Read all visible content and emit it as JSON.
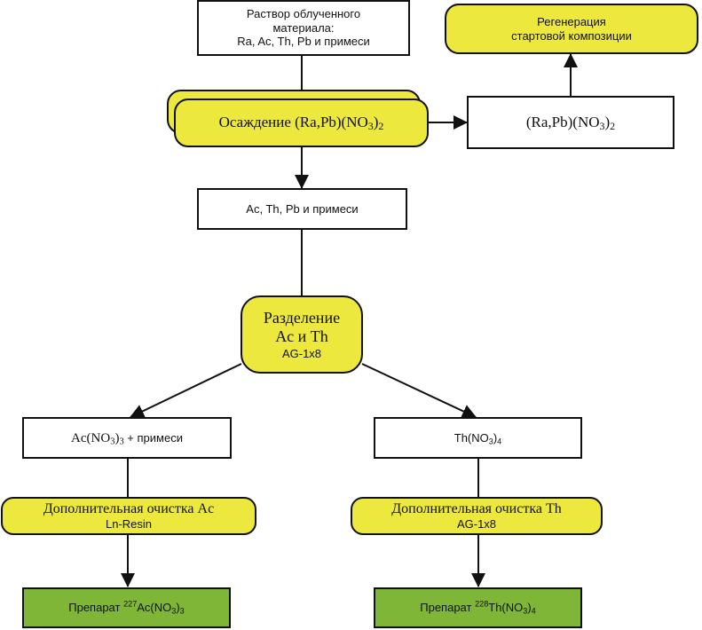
{
  "diagram": {
    "nodes": {
      "source": {
        "lines": [
          "Раствор облученного",
          "материала:",
          "Ra, Ac, Th, Pb и примеси"
        ]
      },
      "precipitation": {
        "label": "Осаждение (Ra,Pb)(NO",
        "sub1": "3",
        "close": ")",
        "sub2": "2"
      },
      "ra_pb_nitrate": {
        "label": "(Ra,Pb)(NO",
        "sub1": "3",
        "close": ")",
        "sub2": "2"
      },
      "regeneration": {
        "lines": [
          "Регенерация",
          "стартовой композиции"
        ]
      },
      "ac_th_pb": {
        "label": "Ac, Th, Pb и примеси"
      },
      "separation": {
        "line1": "Разделение",
        "line2": "Ac и Th",
        "line3": "AG-1x8"
      },
      "ac_nitrate": {
        "pre": "Ac(NO",
        "sub1": "3",
        "close": ")",
        "sub2": "3",
        "post": " + примеси"
      },
      "th_nitrate": {
        "pre": "Th(NO",
        "sub1": "3",
        "close": ")",
        "sub2": "4"
      },
      "purify_ac": {
        "line1": "Дополнительная очистка Ac",
        "line2": "Ln-Resin"
      },
      "purify_th": {
        "line1": "Дополнительная очистка Th",
        "line2": "AG-1x8"
      },
      "product_ac": {
        "pre": "Препарат ",
        "isotope": "227",
        "formula": "Ac(NO",
        "sub1": "3",
        "close": ")",
        "sub2": "3"
      },
      "product_th": {
        "pre": "Препарат ",
        "isotope": "228",
        "formula": "Th(NO",
        "sub1": "3",
        "close": ")",
        "sub2": "4"
      }
    },
    "edges": [
      {
        "from": "source",
        "to": "precipitation"
      },
      {
        "from": "precipitation",
        "to": "ac_th_pb"
      },
      {
        "from": "precipitation",
        "to": "ra_pb_nitrate"
      },
      {
        "from": "ra_pb_nitrate",
        "to": "regeneration"
      },
      {
        "from": "ac_th_pb",
        "to": "separation"
      },
      {
        "from": "separation",
        "to": "ac_nitrate"
      },
      {
        "from": "separation",
        "to": "th_nitrate"
      },
      {
        "from": "ac_nitrate",
        "to": "purify_ac"
      },
      {
        "from": "purify_ac",
        "to": "product_ac"
      },
      {
        "from": "th_nitrate",
        "to": "purify_th"
      },
      {
        "from": "purify_th",
        "to": "product_th"
      }
    ],
    "colors": {
      "process_fill": "#ece83e",
      "product_fill": "#7fb637",
      "material_fill": "#ffffff",
      "stroke": "#111111"
    }
  }
}
